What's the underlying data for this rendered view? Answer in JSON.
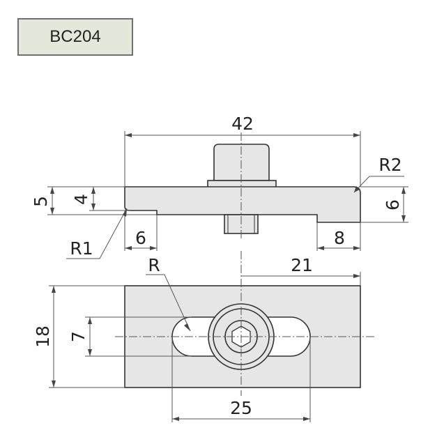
{
  "part_code": "BC204",
  "colors": {
    "badge_fill": "#e2e9da",
    "part_fill": "#e6e6e6",
    "outline": "#333333",
    "dim_line": "#555555"
  },
  "dimensions": {
    "overall_length": "42",
    "radius_right": "R2",
    "radius_left": "R1",
    "height_total_left": "5",
    "height_step_left": "4",
    "height_right": "6",
    "step_width_left": "6",
    "step_width_right": "8",
    "half_length": "21",
    "slot_radius": "R",
    "width_total": "18",
    "slot_width": "7",
    "slot_length": "25"
  }
}
